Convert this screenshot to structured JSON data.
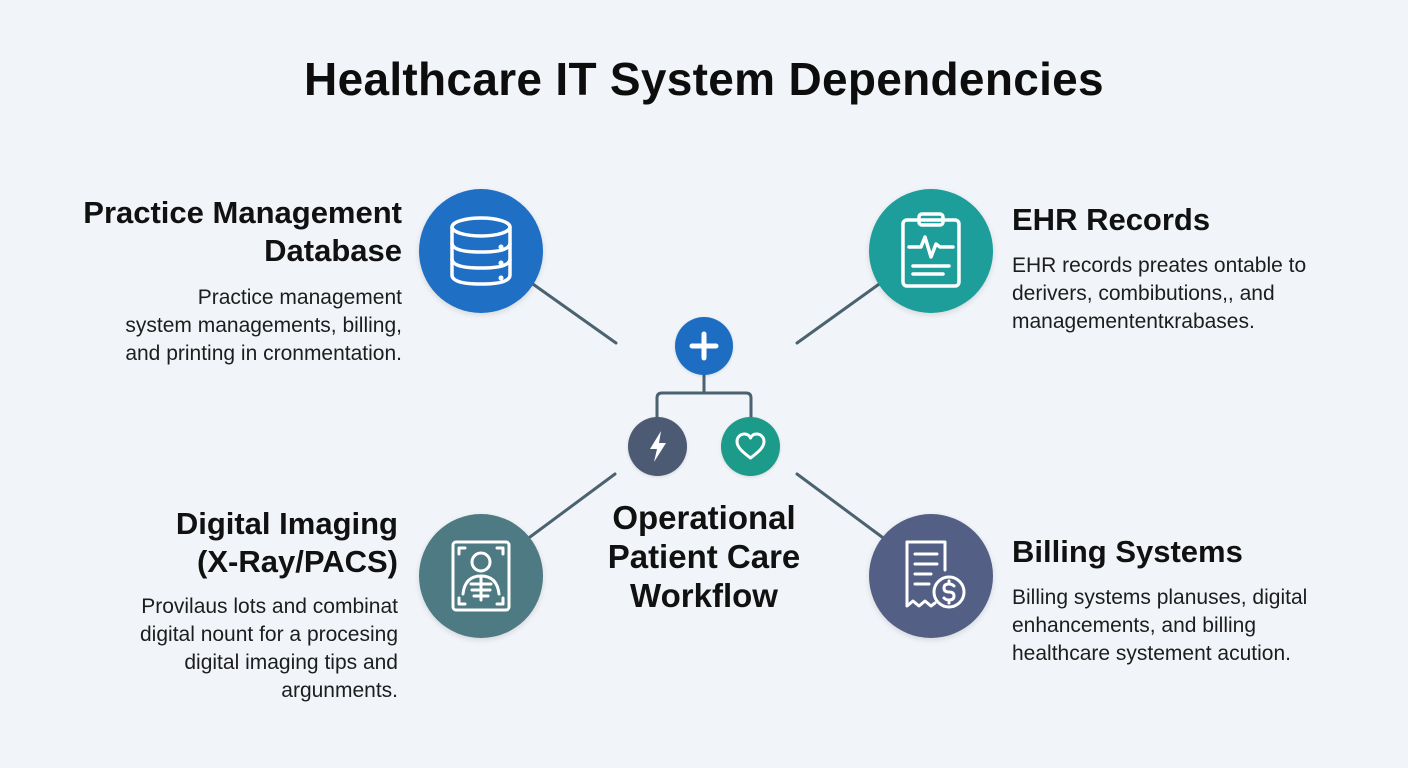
{
  "title": "Healthcare IT System Dependencies",
  "colors": {
    "background": "#f1f4f8",
    "practice_node": "#1f6fc4",
    "ehr_node": "#1d9e9a",
    "imaging_node": "#4d7a83",
    "billing_node": "#535f85",
    "hub_plus": "#1d6ec2",
    "hub_bolt": "#4c5a73",
    "hub_heart": "#1c9a8a",
    "connector": "#4b6270"
  },
  "center": {
    "label_lines": [
      "Operational",
      "Patient Care",
      "Workflow"
    ],
    "icons": [
      "plus-icon",
      "lightning-bolt-icon",
      "heart-icon"
    ]
  },
  "nodes": {
    "practice": {
      "icon": "database-icon",
      "title_lines": [
        "Practice Management",
        "Database"
      ],
      "desc_lines": [
        "Practice management",
        "system managements, billing,",
        "and printing in cronmentation."
      ]
    },
    "ehr": {
      "icon": "clipboard-pulse-icon",
      "title_lines": [
        "EHR Records"
      ],
      "desc_lines": [
        "EHR records preates ontable to",
        "derivers, combibutions,, and",
        "managemententĸrabases."
      ]
    },
    "imaging": {
      "icon": "xray-scan-icon",
      "title_lines": [
        "Digital Imaging",
        "(X-Ray/PACS)"
      ],
      "desc_lines": [
        "Provilaus lots and combinat",
        "digital nount for a procesing",
        "digital imaging tips and",
        "argunments."
      ]
    },
    "billing": {
      "icon": "invoice-dollar-icon",
      "title_lines": [
        "Billing Systems"
      ],
      "desc_lines": [
        "Billing systems planuses, digital",
        "enhancements, and billing",
        "healthcare systement acution."
      ]
    }
  }
}
